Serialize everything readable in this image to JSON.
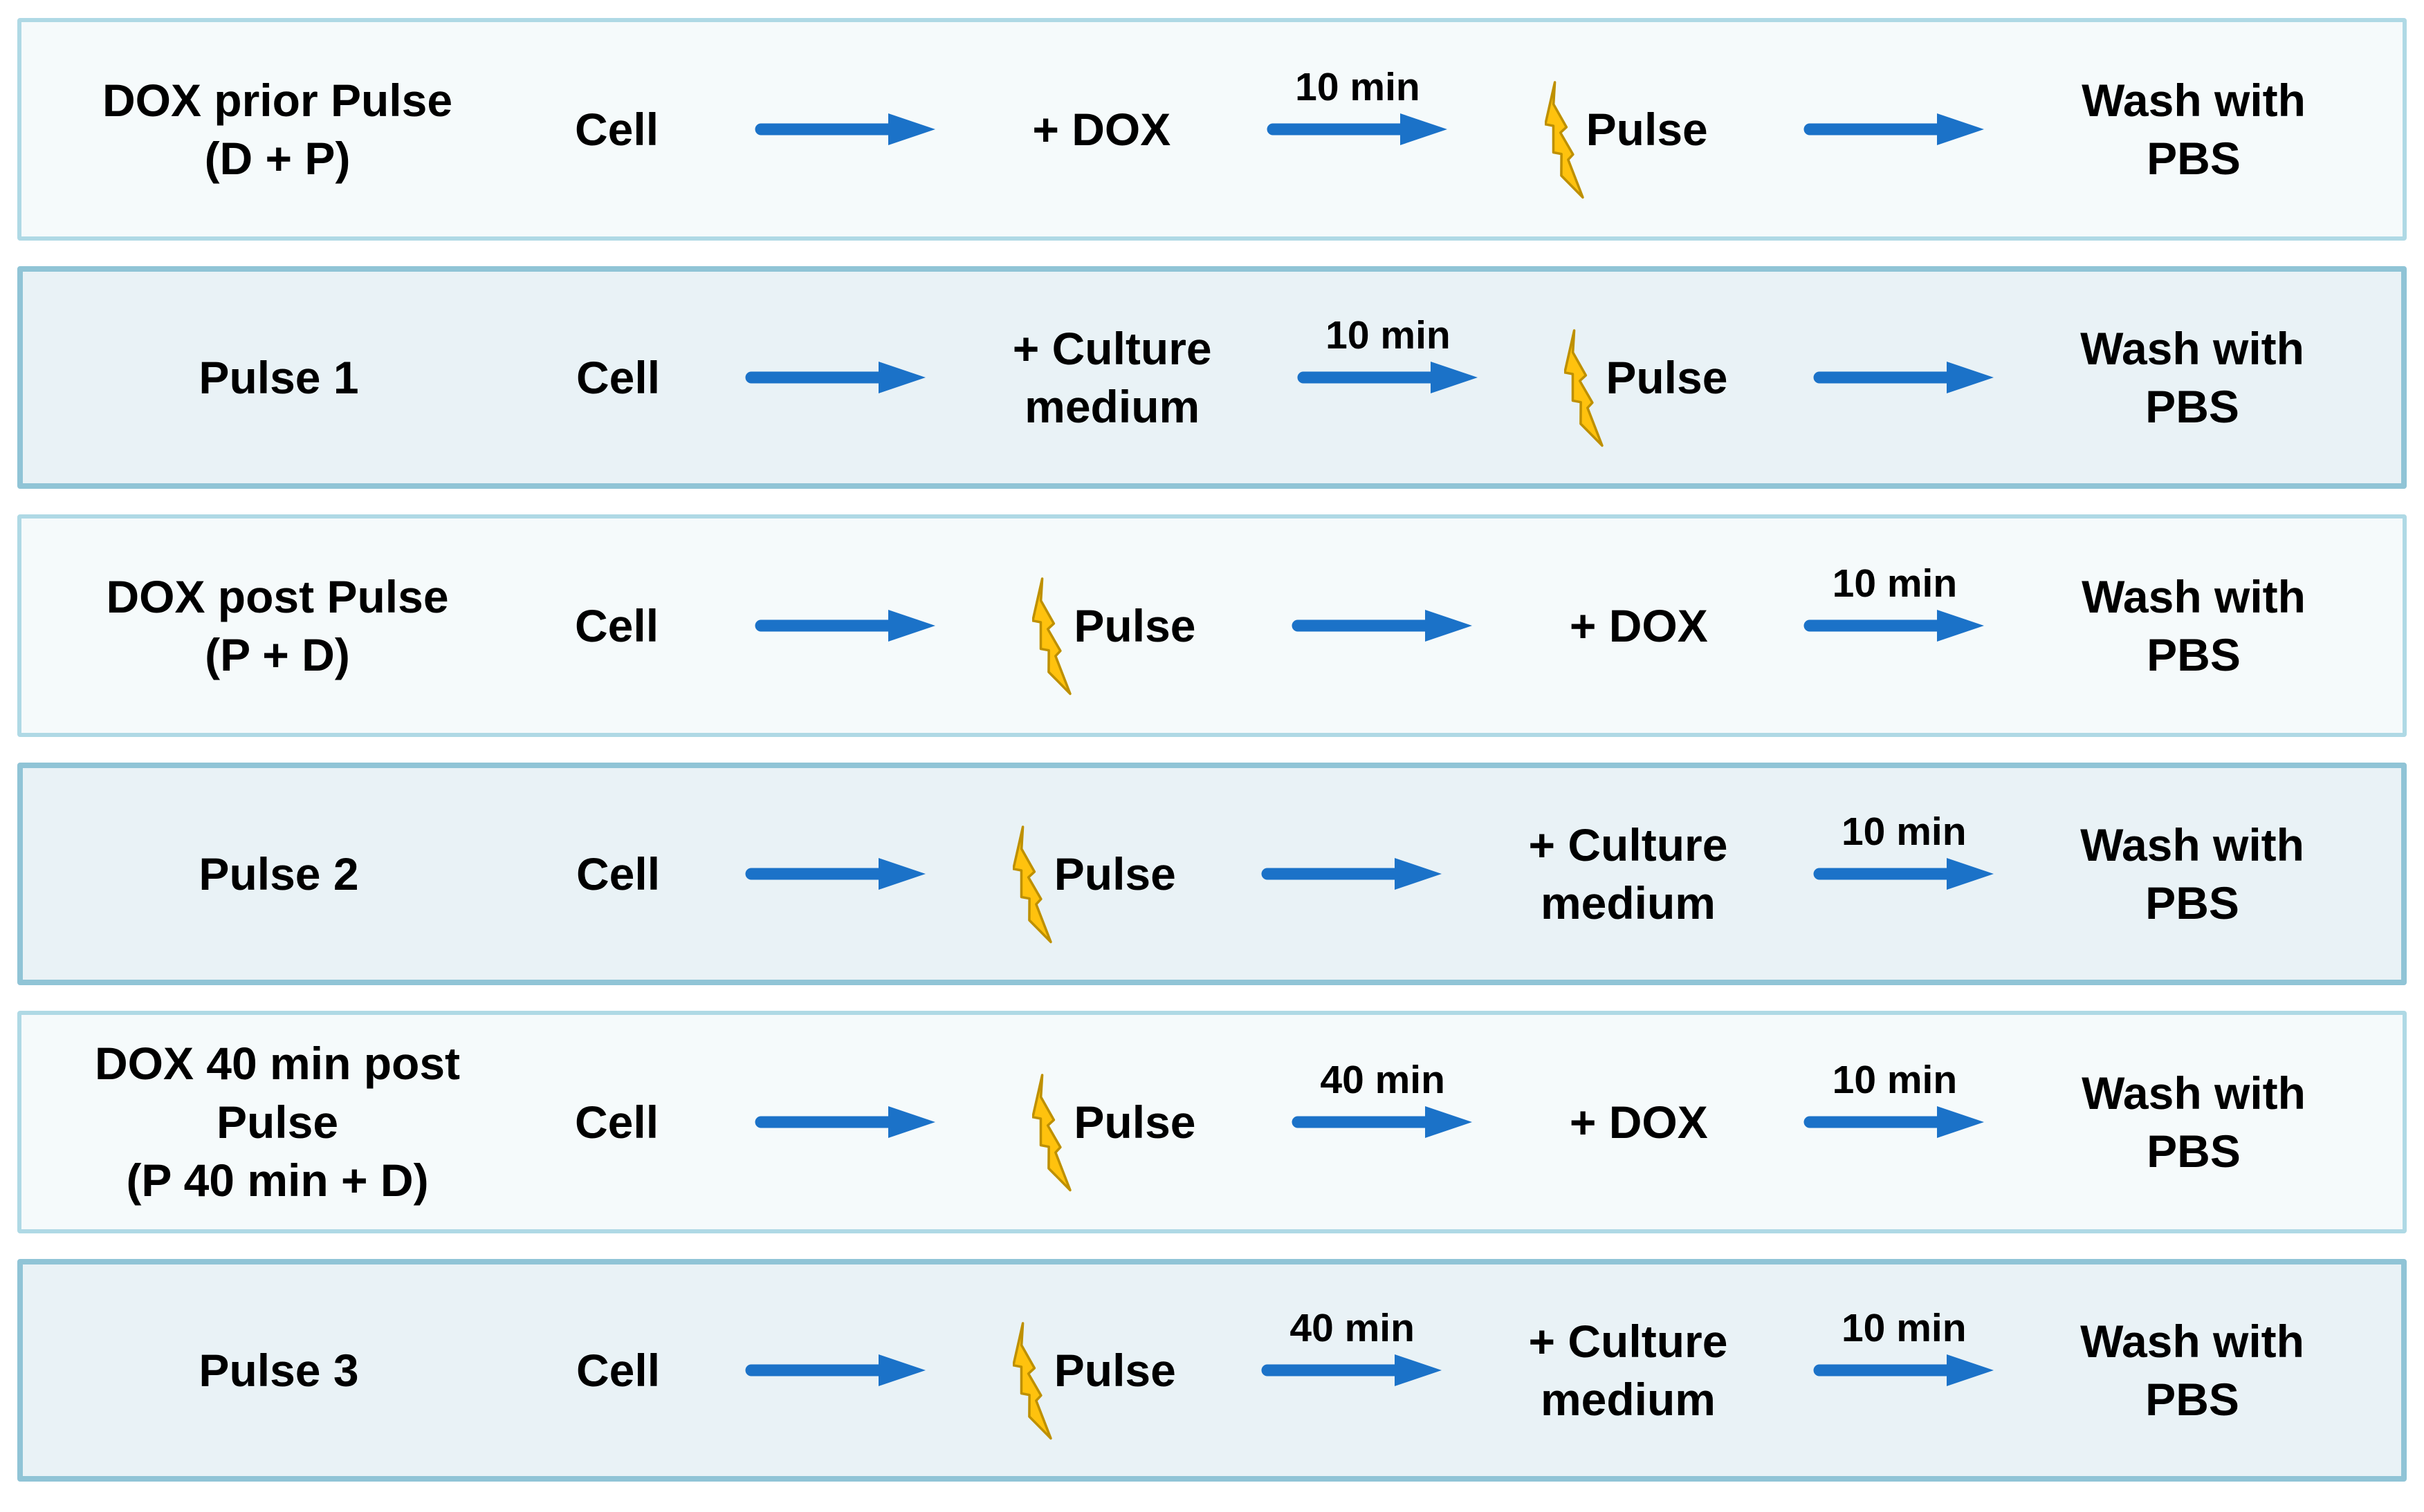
{
  "diagram": {
    "description": "Electroporation pulse and DOX treatment protocol flow diagram",
    "colors": {
      "page_bg": "#FFFFFF",
      "text": "#000000",
      "arrow": "#1B72C8",
      "bolt_fill": "#FFC20E",
      "bolt_stroke": "#BE9000",
      "row_light_bg": "#F5FAFB",
      "row_light_border": "#AFD9E5",
      "row_shaded_bg": "#E9F2F6",
      "row_shaded_border": "#90C4D6"
    },
    "rows": [
      {
        "label": "DOX prior Pulse\n(D + P)",
        "steps": [
          {
            "kind": "node",
            "text": "Cell"
          },
          {
            "kind": "arrow",
            "label": ""
          },
          {
            "kind": "node",
            "text": "+ DOX"
          },
          {
            "kind": "arrow",
            "label": "10 min"
          },
          {
            "kind": "pulse",
            "text": "Pulse"
          },
          {
            "kind": "arrow",
            "label": ""
          },
          {
            "kind": "node",
            "text": "Wash with\nPBS"
          }
        ]
      },
      {
        "label": "Pulse 1",
        "steps": [
          {
            "kind": "node",
            "text": "Cell"
          },
          {
            "kind": "arrow",
            "label": ""
          },
          {
            "kind": "node",
            "text": "+ Culture\nmedium"
          },
          {
            "kind": "arrow",
            "label": "10 min"
          },
          {
            "kind": "pulse",
            "text": "Pulse"
          },
          {
            "kind": "arrow",
            "label": ""
          },
          {
            "kind": "node",
            "text": "Wash with\nPBS"
          }
        ]
      },
      {
        "label": "DOX post Pulse\n(P + D)",
        "steps": [
          {
            "kind": "node",
            "text": "Cell"
          },
          {
            "kind": "arrow",
            "label": ""
          },
          {
            "kind": "pulse",
            "text": "Pulse"
          },
          {
            "kind": "arrow",
            "label": ""
          },
          {
            "kind": "node",
            "text": "+ DOX"
          },
          {
            "kind": "arrow",
            "label": "10 min"
          },
          {
            "kind": "node",
            "text": "Wash with\nPBS"
          }
        ]
      },
      {
        "label": "Pulse 2",
        "steps": [
          {
            "kind": "node",
            "text": "Cell"
          },
          {
            "kind": "arrow",
            "label": ""
          },
          {
            "kind": "pulse",
            "text": "Pulse"
          },
          {
            "kind": "arrow",
            "label": ""
          },
          {
            "kind": "node",
            "text": "+ Culture\nmedium"
          },
          {
            "kind": "arrow",
            "label": "10 min"
          },
          {
            "kind": "node",
            "text": "Wash with\nPBS"
          }
        ]
      },
      {
        "label": "DOX 40 min post\nPulse\n(P 40 min + D)",
        "steps": [
          {
            "kind": "node",
            "text": "Cell"
          },
          {
            "kind": "arrow",
            "label": ""
          },
          {
            "kind": "pulse",
            "text": "Pulse"
          },
          {
            "kind": "arrow",
            "label": "40 min"
          },
          {
            "kind": "node",
            "text": "+ DOX"
          },
          {
            "kind": "arrow",
            "label": "10 min"
          },
          {
            "kind": "node",
            "text": "Wash with\nPBS"
          }
        ]
      },
      {
        "label": "Pulse 3",
        "steps": [
          {
            "kind": "node",
            "text": "Cell"
          },
          {
            "kind": "arrow",
            "label": ""
          },
          {
            "kind": "pulse",
            "text": "Pulse"
          },
          {
            "kind": "arrow",
            "label": "40 min"
          },
          {
            "kind": "node",
            "text": "+ Culture\nmedium"
          },
          {
            "kind": "arrow",
            "label": "10 min"
          },
          {
            "kind": "node",
            "text": "Wash with\nPBS"
          }
        ]
      }
    ]
  }
}
